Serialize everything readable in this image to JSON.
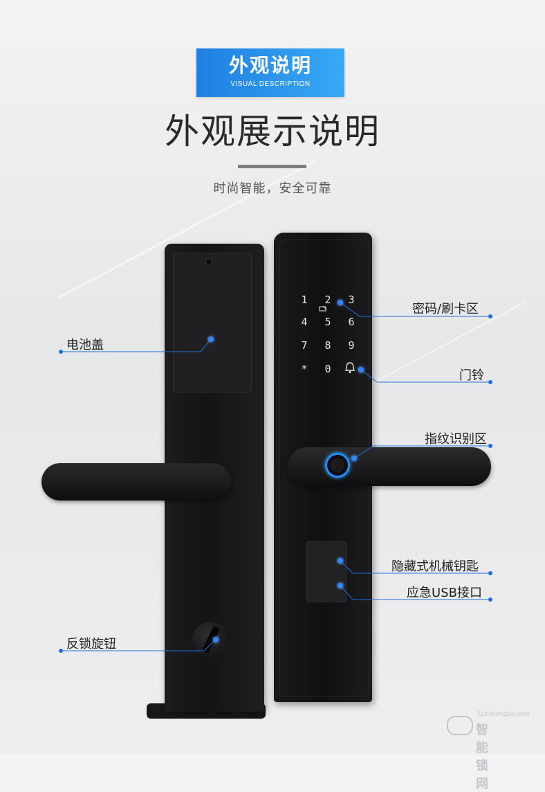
{
  "header": {
    "badge_title": "外观说明",
    "badge_subtitle": "VISUAL DESCRIPTION",
    "main_title": "外观展示说明",
    "subtitle": "时尚智能，安全可靠"
  },
  "keypad": {
    "keys": [
      "1",
      "2",
      "3",
      "4",
      "5",
      "6",
      "7",
      "8",
      "9",
      "*",
      "0",
      "bell"
    ]
  },
  "callouts": {
    "battery_cover": "电池盖",
    "password_card": "密码/刷卡区",
    "doorbell": "门铃",
    "fingerprint": "指纹识别区",
    "hidden_key": "隐藏式机械钥匙",
    "usb": "应急USB接口",
    "lock_knob": "反锁旋钮"
  },
  "watermark": {
    "text": "智能锁网",
    "url": "51zhinengsuo.com"
  },
  "colors": {
    "accent": "#1d6fe0",
    "badge_start": "#1f7fe0",
    "badge_end": "#38a9f6",
    "lock_body": "#141416"
  }
}
